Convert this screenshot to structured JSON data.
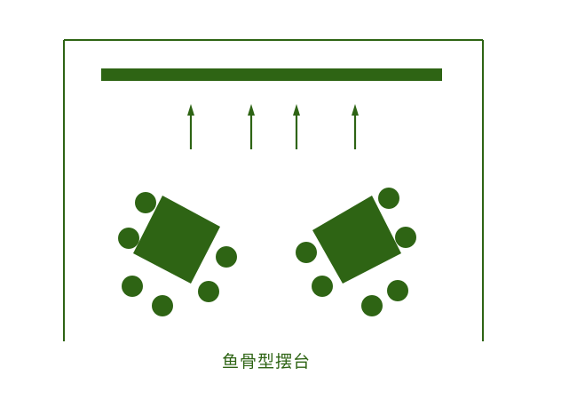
{
  "caption": "鱼骨型摆台",
  "colors": {
    "primary": "#2e6414",
    "background": "#ffffff"
  },
  "elements": {
    "room": "room-outline",
    "stage": "stage-bar",
    "arrows": "up-arrow-icon",
    "tables": "rectangular-table",
    "chairs": "chair-circle"
  }
}
